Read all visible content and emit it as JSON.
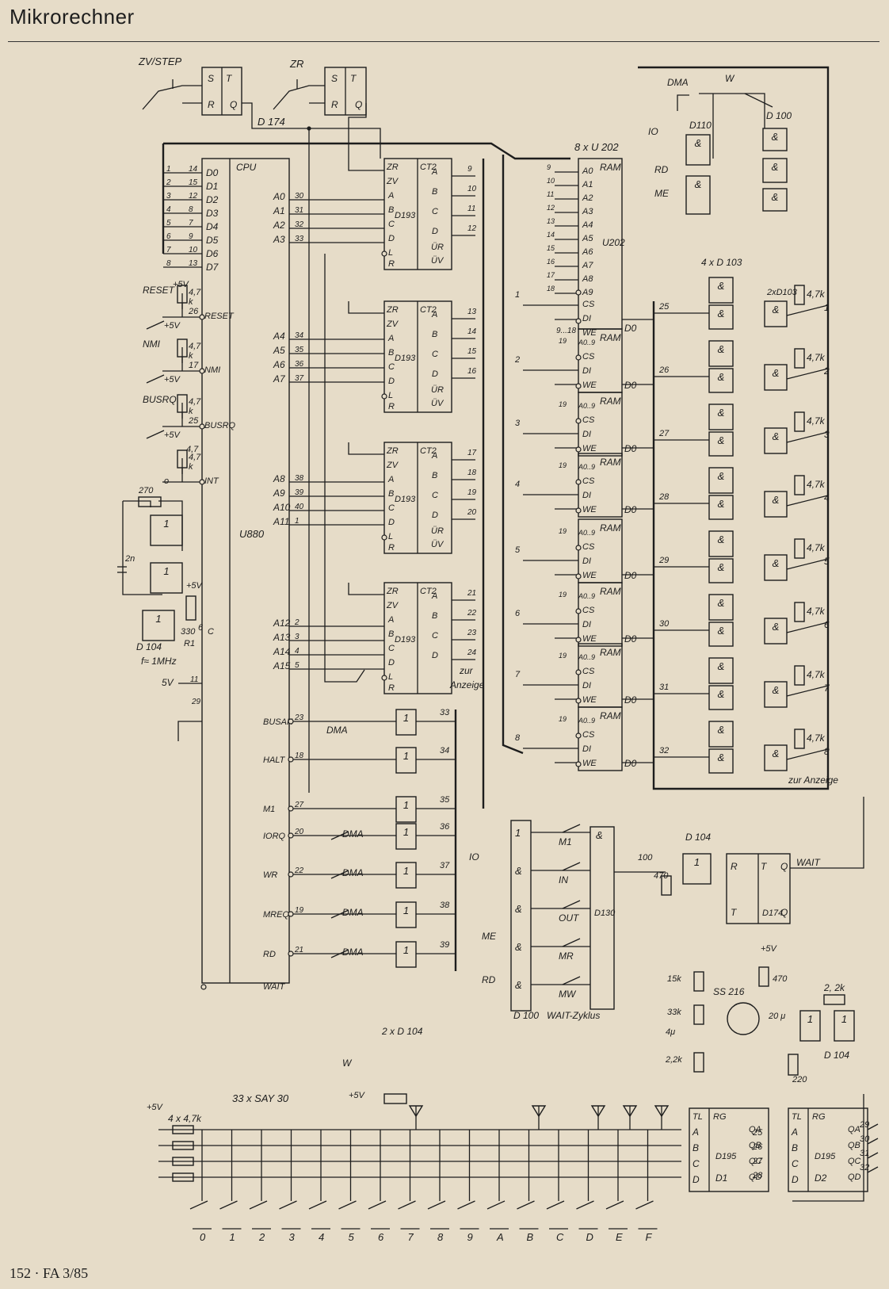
{
  "header": {
    "title": "Mikrorechner"
  },
  "footer": {
    "page": "152 · FA 3/85"
  },
  "schematic": {
    "zv_step": "ZV/STEP",
    "zr": "ZR",
    "d174": "D 174",
    "cpu": "CPU",
    "u880": "U880",
    "data_pins": [
      "D0",
      "D1",
      "D2",
      "D3",
      "D4",
      "D5",
      "D6",
      "D7"
    ],
    "data_pin_nums": [
      "14",
      "15",
      "12",
      "8",
      "7",
      "9",
      "10",
      "13"
    ],
    "bus_nums": [
      "1",
      "2",
      "3",
      "4",
      "5",
      "6",
      "7",
      "8"
    ],
    "reset": "RESET",
    "nmi": "NMI",
    "busrq": "BUSRQ",
    "int": "INT",
    "plus5v": "+5V",
    "r47": "4,7",
    "k": "k",
    "pin26": "26",
    "pin17": "17",
    "pin25": "25",
    "r270": "270",
    "c2n": "2n",
    "r330": "330",
    "r1": "R1",
    "d104": "D 104",
    "freq": "f≈ 1MHz",
    "pin6": "6",
    "c": "C",
    "v5": "5V",
    "pin11": "11",
    "pin29": "29",
    "addr_groups": [
      {
        "names": [
          "A0",
          "A1",
          "A2",
          "A3"
        ],
        "pins": [
          "30",
          "31",
          "32",
          "33"
        ],
        "outs": [
          "9",
          "10",
          "11",
          "12"
        ]
      },
      {
        "names": [
          "A4",
          "A5",
          "A6",
          "A7"
        ],
        "pins": [
          "34",
          "35",
          "36",
          "37"
        ],
        "outs": [
          "13",
          "14",
          "15",
          "16"
        ]
      },
      {
        "names": [
          "A8",
          "A9",
          "A10",
          "A11"
        ],
        "pins": [
          "38",
          "39",
          "40",
          "1"
        ],
        "outs": [
          "17",
          "18",
          "19",
          "20"
        ]
      },
      {
        "names": [
          "A12",
          "A13",
          "A14",
          "A15"
        ],
        "pins": [
          "2",
          "3",
          "4",
          "5"
        ],
        "outs": [
          "21",
          "22",
          "23",
          "24"
        ]
      }
    ],
    "counter": {
      "zr": "ZR",
      "ct2": "CT2",
      "zv": "ZV",
      "a": "A",
      "b": "B",
      "c": "C",
      "d": "D",
      "l": "L",
      "r": "R",
      "d193": "D193",
      "ur": "ÜR",
      "uv": "ÜV"
    },
    "zur_anzeige": "zur",
    "anzeige": "Anzeige",
    "zur_anzeige_full": "zur Anzeige",
    "dma": "DMA",
    "w": "W",
    "ram_title": "8 x U 202",
    "ram": "RAM",
    "u202": "U202",
    "ram_addr": [
      "A0",
      "A1",
      "A2",
      "A3",
      "A4",
      "A5",
      "A6",
      "A7",
      "A8",
      "A9"
    ],
    "ram_addr_nums": [
      "9",
      "10",
      "11",
      "12",
      "13",
      "14",
      "15",
      "16",
      "17",
      "18",
      "19"
    ],
    "cs": "CS",
    "di": "DI",
    "we": "WE",
    "do": "D0",
    "a09": "A0..9",
    "nine18": "9...18",
    "pin19": "19",
    "io": "IO",
    "rd": "RD",
    "me": "ME",
    "d110": "D110",
    "d100": "D 100",
    "d100b": "D 100",
    "d103_4": "4 x D 103",
    "d103_2": "2xD103",
    "r47k": "4,7k",
    "lamp_outs": [
      "1",
      "2",
      "3",
      "4",
      "5",
      "6",
      "7",
      "8"
    ],
    "lamp_ins": [
      "25",
      "26",
      "27",
      "28",
      "29",
      "30",
      "31",
      "32"
    ],
    "busak": "BUSAK",
    "halt": "HALT",
    "m1": "M1",
    "iorq": "IORQ",
    "wr": "WR",
    "mreq": "MREQ",
    "rdsig": "RD",
    "wait": "WAIT",
    "ctrl_pins": [
      "23",
      "18",
      "27",
      "20",
      "22",
      "19",
      "21"
    ],
    "inv_outs": [
      "33",
      "34",
      "35",
      "36",
      "37",
      "38",
      "39"
    ],
    "d104x2": "2 x D 104",
    "wait_cycle": [
      "M1",
      "IN",
      "OUT",
      "MR",
      "MW"
    ],
    "d130": "D130",
    "wait_zyklus": "WAIT-Zyklus",
    "amp": "&",
    "one": "1",
    "c100": "100",
    "r470": "470",
    "d104c": "D 104",
    "r_ff": "R",
    "t_ff": "T",
    "q_ff": "Q",
    "d174b": "D174",
    "wait_out": "WAIT",
    "r15k": "15k",
    "r33k": "33k",
    "c4u": "4μ",
    "r22k": "2,2k",
    "ss216": "SS 216",
    "r470b": "470",
    "c20u": "20 μ",
    "r22k_b": "2, 2k",
    "r220": "220",
    "d104d": "D 104",
    "diodes": "33 x SAY 30",
    "res_array": "4 x 4,7k",
    "keys": [
      "0",
      "1",
      "2",
      "3",
      "4",
      "5",
      "6",
      "7",
      "8",
      "9",
      "A",
      "B",
      "C",
      "D",
      "E",
      "F"
    ],
    "shift": {
      "tl": "TL",
      "rg": "RG",
      "d195": "D195",
      "d1": "D1",
      "d2": "D2",
      "abcd": [
        "A",
        "B",
        "C",
        "D"
      ],
      "qs": [
        "QA",
        "QB",
        "QC",
        "QD"
      ],
      "mid": [
        "25",
        "26",
        "27",
        "28"
      ],
      "outs": [
        "29",
        "30",
        "31",
        "32"
      ]
    }
  }
}
